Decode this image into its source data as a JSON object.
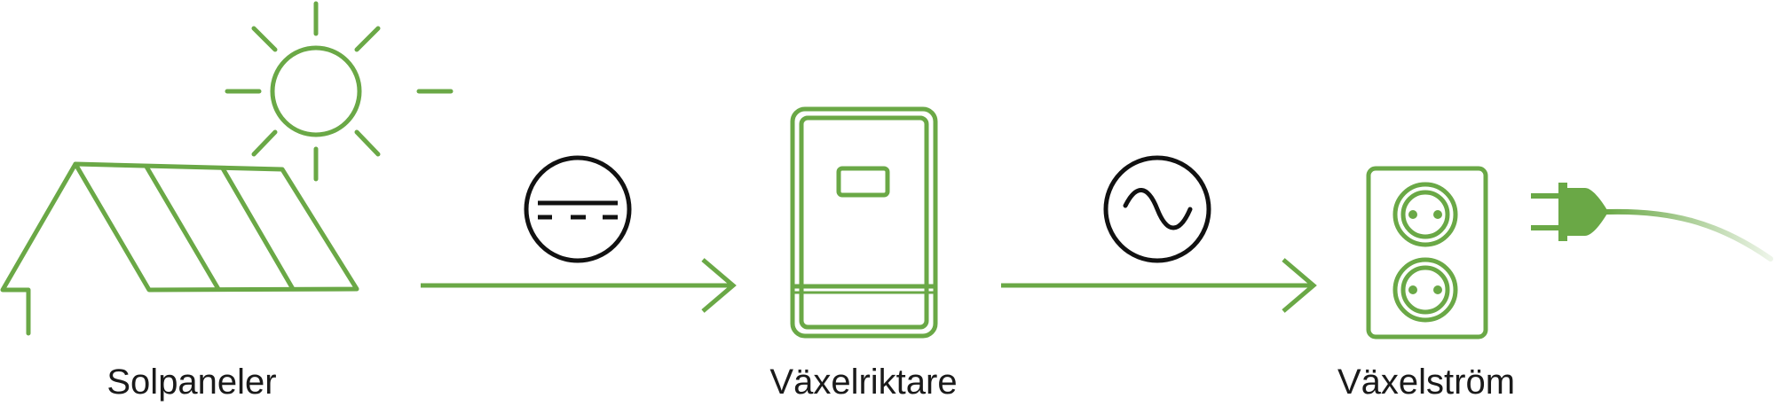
{
  "labels": {
    "solar": "Solpaneler",
    "inverter": "Växelriktare",
    "ac": "Växelström"
  },
  "colors": {
    "green": "#6aa846",
    "black": "#111111",
    "text": "#1a1a1a"
  },
  "icons": {
    "solar": "solar-panel-roof-icon",
    "sun": "sun-icon",
    "dc": "direct-current-symbol-icon",
    "inverter": "inverter-cabinet-icon",
    "ac": "alternating-current-symbol-icon",
    "socket": "double-power-socket-icon",
    "plug": "power-plug-icon"
  }
}
